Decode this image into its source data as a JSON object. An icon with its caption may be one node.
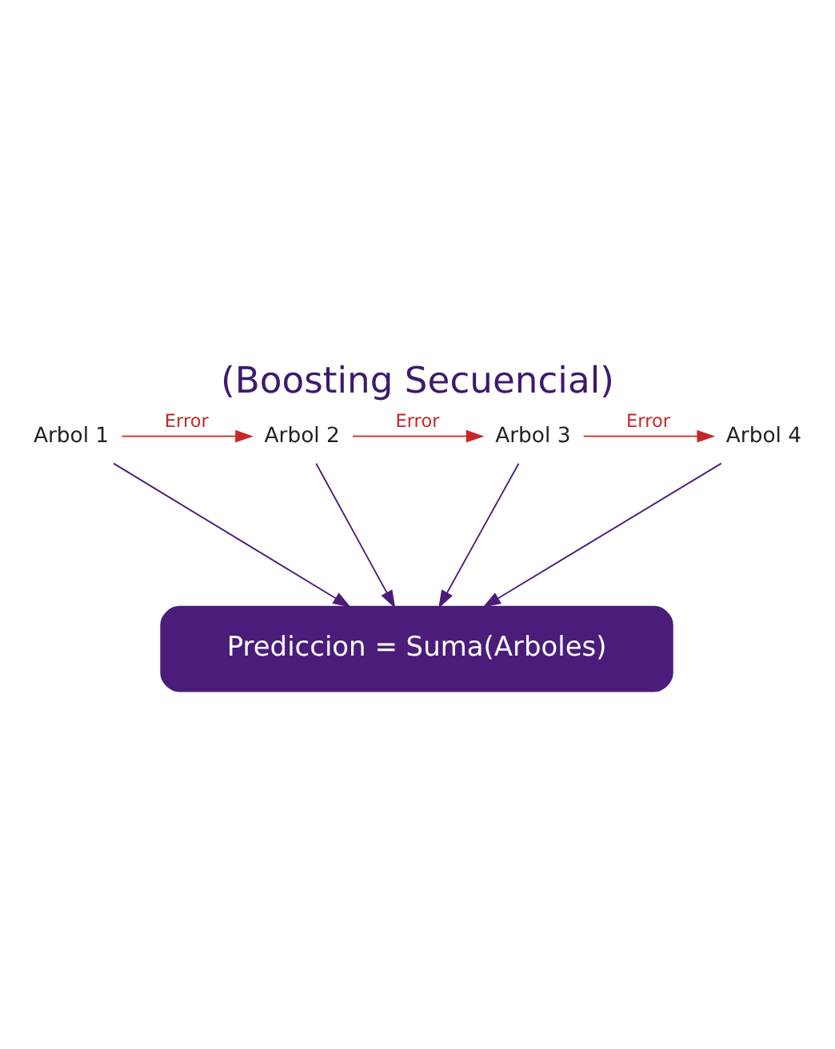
{
  "diagram": {
    "title": "(Boosting Secuencial)",
    "nodes": [
      {
        "text": [
          "Arbol 1"
        ]
      },
      {
        "text": [
          "Arbol 2"
        ]
      },
      {
        "text": [
          "Arbol 3"
        ]
      },
      {
        "text": [
          "Arbol 4"
        ]
      },
      {
        "text": [
          "Prediccion = Suma(Arboles)"
        ]
      }
    ],
    "edges": [
      {
        "from": 0,
        "to": 1,
        "arrow": "to",
        "label": "Error",
        "color": "#c62828"
      },
      {
        "from": 1,
        "to": 2,
        "arrow": "to",
        "label": "Error",
        "color": "#c62828"
      },
      {
        "from": 2,
        "to": 3,
        "arrow": "to",
        "label": "Error",
        "color": "#c62828"
      },
      {
        "from": 0,
        "to": 4,
        "arrow": "to"
      },
      {
        "from": 1,
        "to": 4,
        "arrow": "to"
      },
      {
        "from": 2,
        "to": 4,
        "arrow": "to"
      },
      {
        "from": 3,
        "to": 4,
        "arrow": "to"
      }
    ]
  }
}
